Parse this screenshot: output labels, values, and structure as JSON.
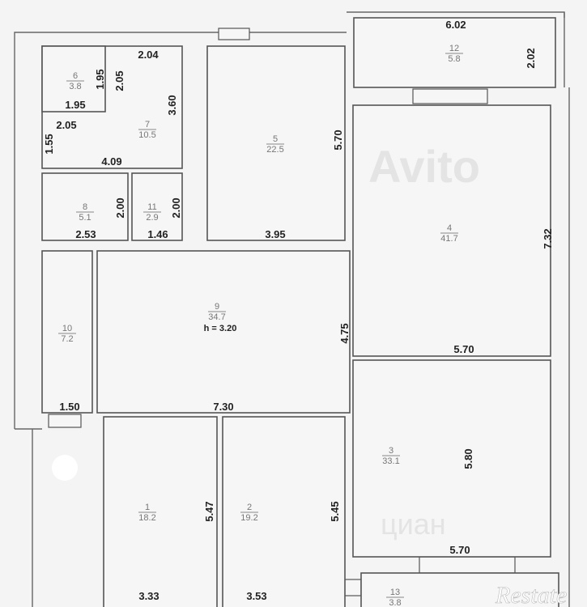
{
  "rooms": [
    {
      "num": "1",
      "area": "18.2"
    },
    {
      "num": "2",
      "area": "19.2"
    },
    {
      "num": "3",
      "area": "33.1"
    },
    {
      "num": "4",
      "area": "41.7"
    },
    {
      "num": "5",
      "area": "22.5"
    },
    {
      "num": "6",
      "area": "3.8"
    },
    {
      "num": "7",
      "area": "10.5"
    },
    {
      "num": "8",
      "area": "5.1"
    },
    {
      "num": "9",
      "area": "34.7"
    },
    {
      "num": "10",
      "area": "7.2"
    },
    {
      "num": "11",
      "area": "2.9"
    },
    {
      "num": "12",
      "area": "5.8"
    },
    {
      "num": "13",
      "area": "3.8"
    }
  ],
  "ceiling_height": "h = 3.20",
  "dimensions": [
    "2.04",
    "1.95",
    "2.05",
    "1.95",
    "3.60",
    "2.05",
    "1.55",
    "4.09",
    "2.00",
    "2.00",
    "2.53",
    "1.46",
    "5.70",
    "3.95",
    "6.02",
    "2.02",
    "7.32",
    "5.70",
    "4.75",
    "1.50",
    "7.30",
    "5.80",
    "5.47",
    "5.45",
    "5.70",
    "3.33",
    "3.53"
  ],
  "watermarks": {
    "restate": "Restate",
    "cian": "циан",
    "avito": "Avito"
  }
}
